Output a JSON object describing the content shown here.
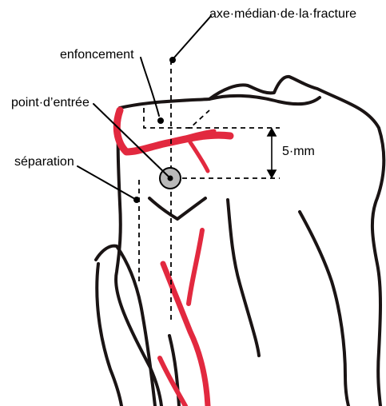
{
  "labels": {
    "median_axis": "axe·médian·de·la·fracture",
    "depression": "enfoncement",
    "entry_point": "point·d’entrée",
    "separation": "séparation",
    "distance": "5·mm"
  },
  "colors": {
    "bone_outline": "#1a1414",
    "vessel": "#e2293f",
    "entry_point_fill": "#b9b9b9",
    "dashed_line": "#000000",
    "label_text": "#000000"
  }
}
